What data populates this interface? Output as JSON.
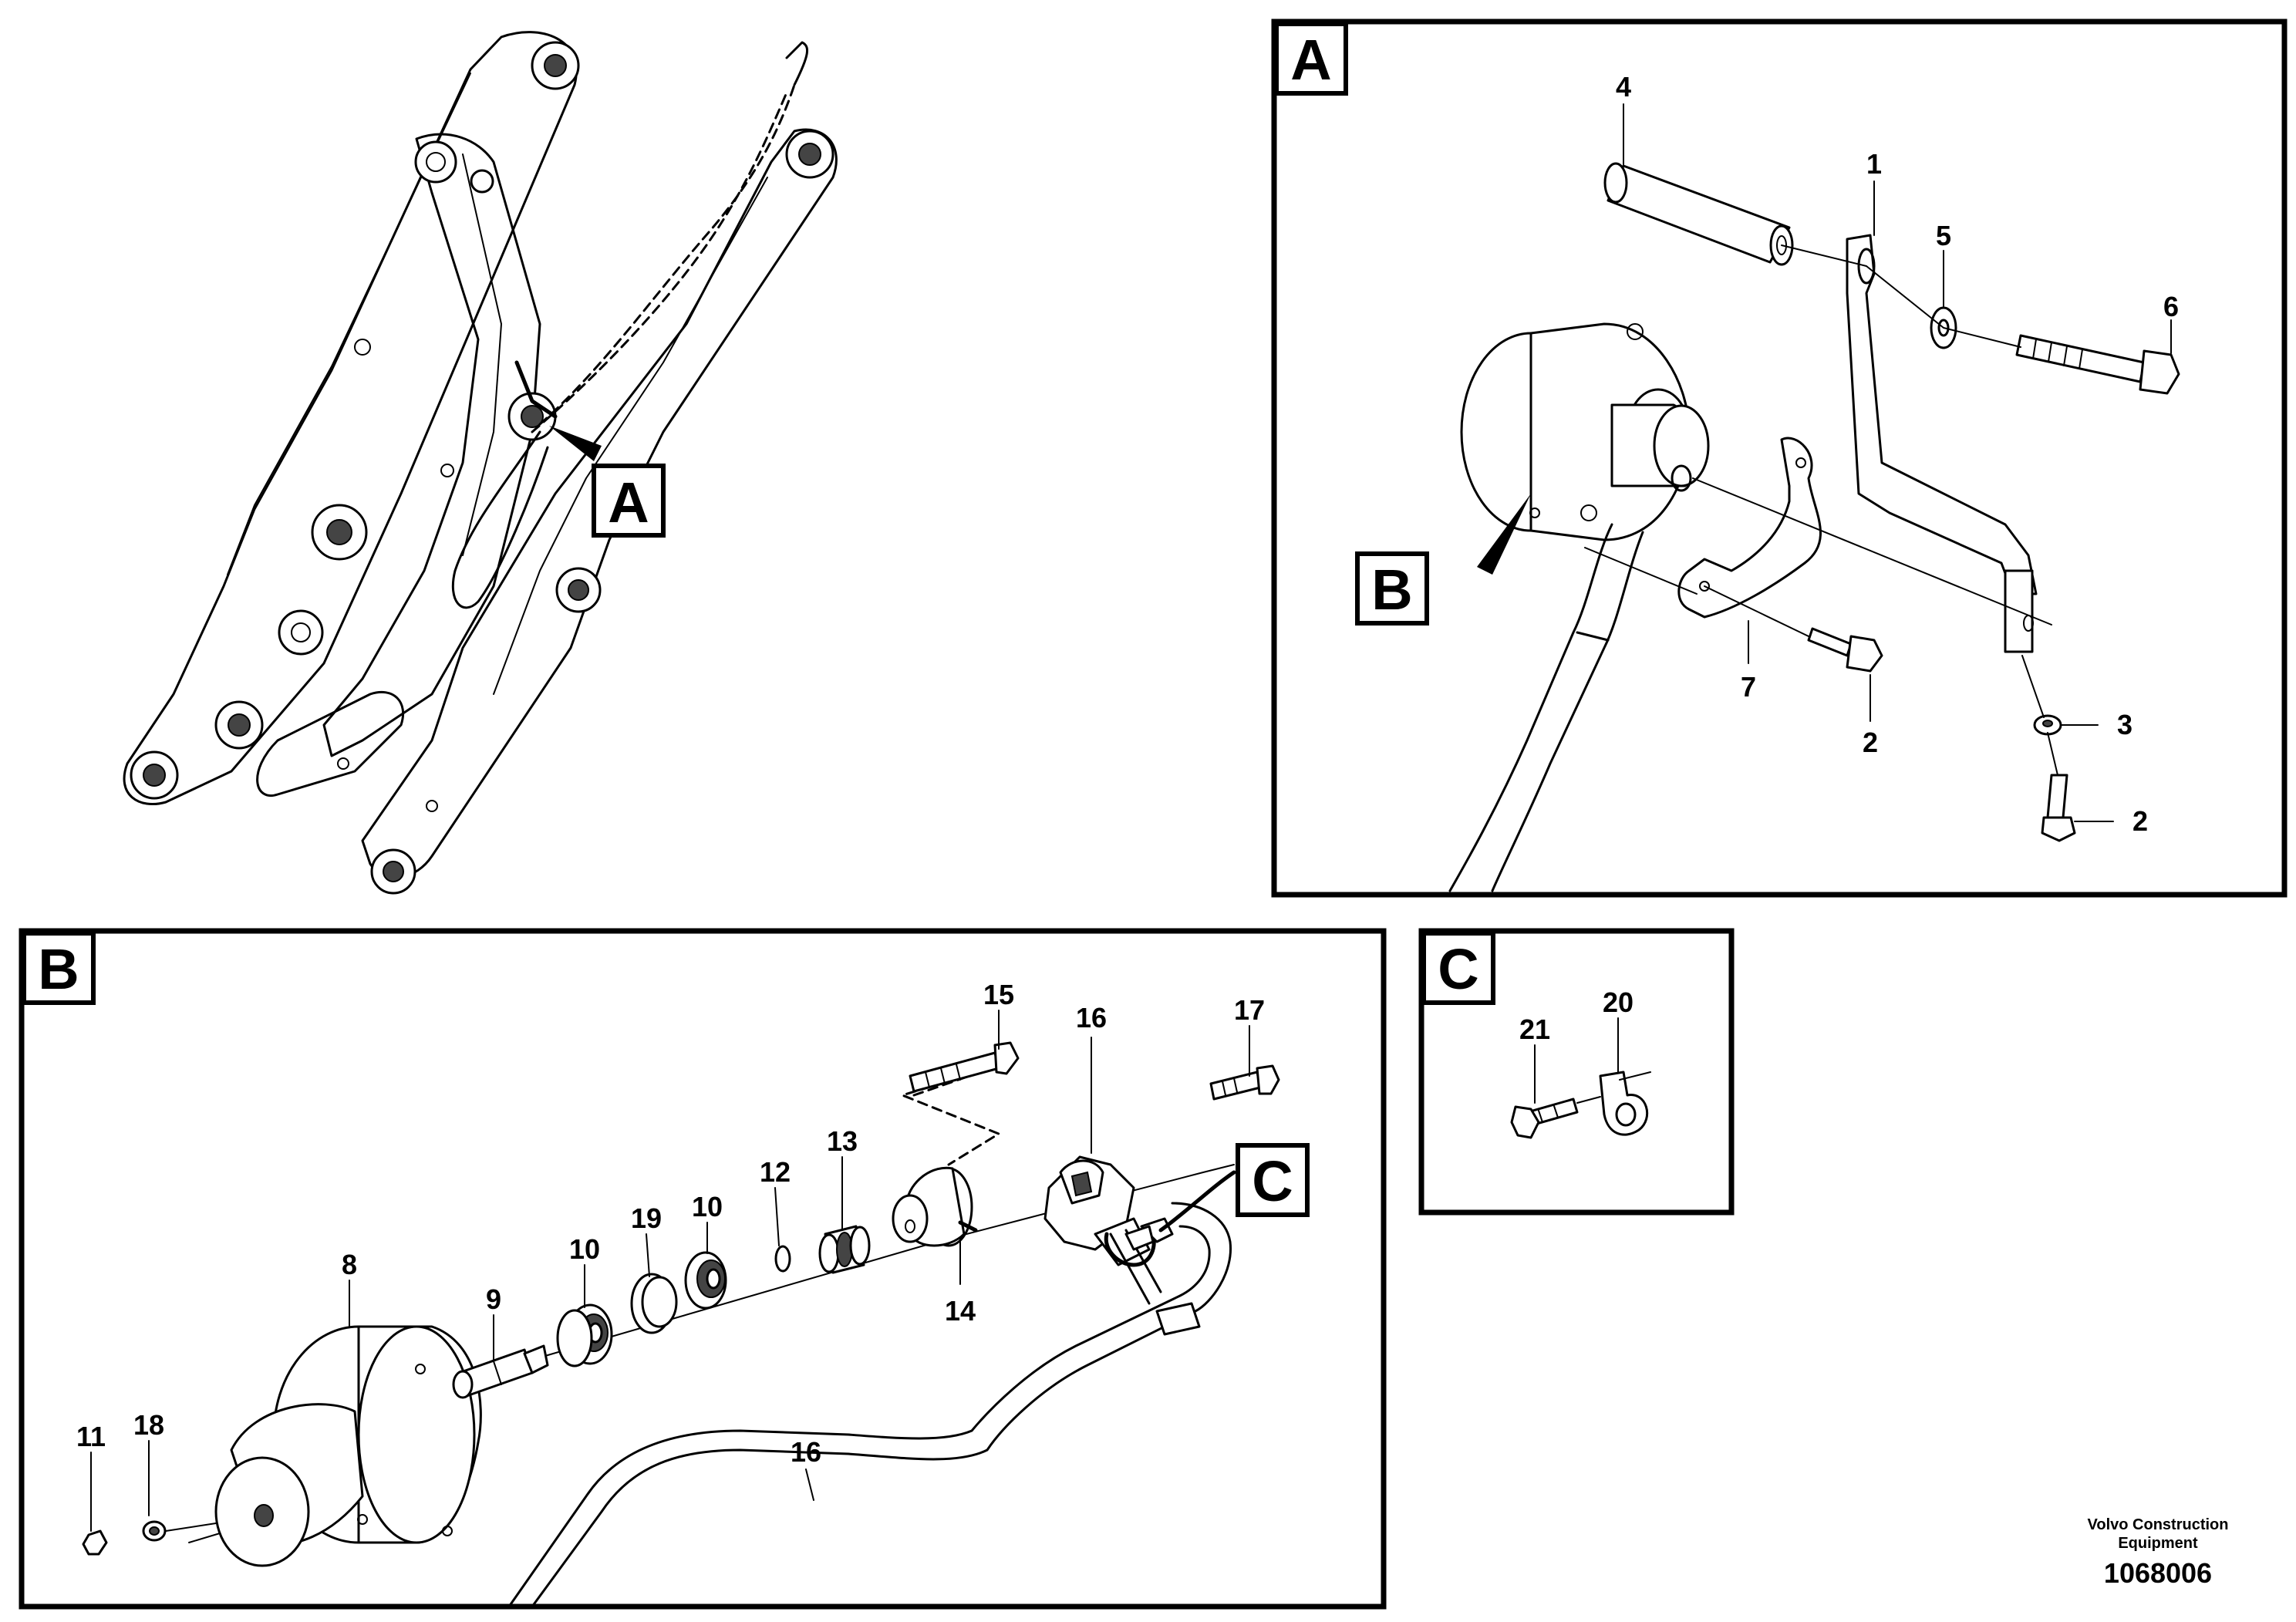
{
  "views": {
    "A": {
      "label": "A"
    },
    "B": {
      "label": "B"
    },
    "C": {
      "label": "C"
    }
  },
  "callouts": {
    "A": [
      "4",
      "1",
      "5",
      "6",
      "7",
      "2",
      "3",
      "2"
    ],
    "B": [
      "15",
      "16",
      "17",
      "13",
      "12",
      "10",
      "19",
      "10",
      "14",
      "8",
      "9",
      "11",
      "18",
      "16"
    ],
    "C": [
      "21",
      "20"
    ]
  },
  "footer": {
    "brand_line1": "Volvo Construction",
    "brand_line2": "Equipment",
    "drawing_number": "1068006"
  }
}
